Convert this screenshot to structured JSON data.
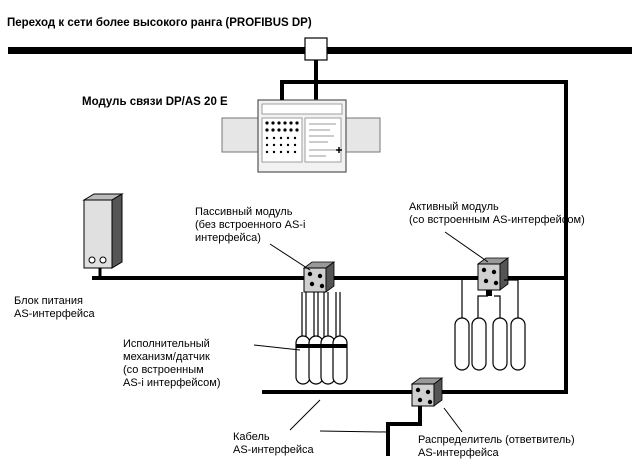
{
  "labels": {
    "top_title": "Переход к сети более высокого ранга (PROFIBUS DP)",
    "module_title": "Модуль связи DP/AS  20 E",
    "passive_module": [
      "Пассивный модуль",
      "(без встроенного AS-i",
      "интерфейса)"
    ],
    "active_module": [
      "Активный модуль",
      "(со встроенным AS-интерфейсом)"
    ],
    "power_supply": [
      "Блок питания",
      "AS-интерфейса"
    ],
    "actuator": [
      "Исполнительный",
      "механизм/датчик",
      "(со встроенным",
      "AS-i интерфейсом)"
    ],
    "cable": [
      "Кабель",
      "AS-интерфейса"
    ],
    "distributor": [
      "Распределитель (ответвитель)",
      "AS-интерфейса"
    ]
  },
  "colors": {
    "line": "#000000",
    "device": "#d9d9d9",
    "device_dark": "#8c8c8c",
    "background": "#ffffff"
  }
}
